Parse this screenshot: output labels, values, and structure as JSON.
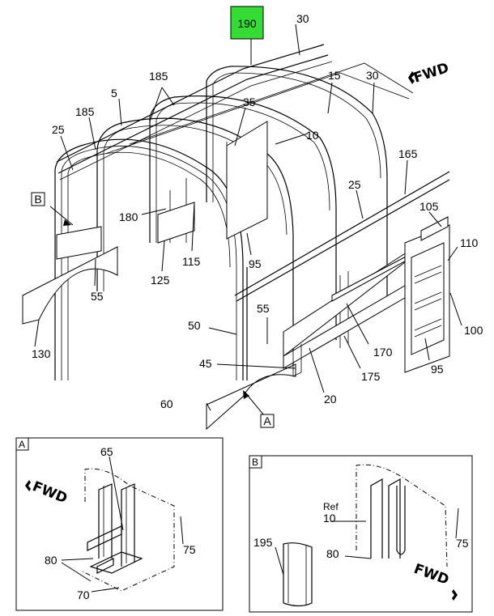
{
  "highlight_callout": {
    "text": "190",
    "color": "#33dd33"
  },
  "callouts": {
    "c30a": "30",
    "c30b": "30",
    "c15": "15",
    "c185a": "185",
    "c185b": "185",
    "c5": "5",
    "c35": "35",
    "c25a": "25",
    "c25b": "25",
    "c10": "10",
    "c165": "165",
    "c180": "180",
    "c115": "115",
    "c95a": "95",
    "c95b": "95",
    "c125": "125",
    "c105": "105",
    "c110": "110",
    "c100": "100",
    "c55a": "55",
    "c55b": "55",
    "c130": "130",
    "c50": "50",
    "c45": "45",
    "c170": "170",
    "c175": "175",
    "c20": "20",
    "c60": "60",
    "vA": "A",
    "vB": "B",
    "d65": "65",
    "d75a": "75",
    "d80a": "80",
    "d70": "70",
    "dRef": "Ref",
    "d10": "10",
    "d195": "195",
    "d80b": "80",
    "d75b": "75"
  },
  "fwd_labels": {
    "main": "FWD",
    "detailA": "FWD",
    "detailB": "FWD"
  }
}
